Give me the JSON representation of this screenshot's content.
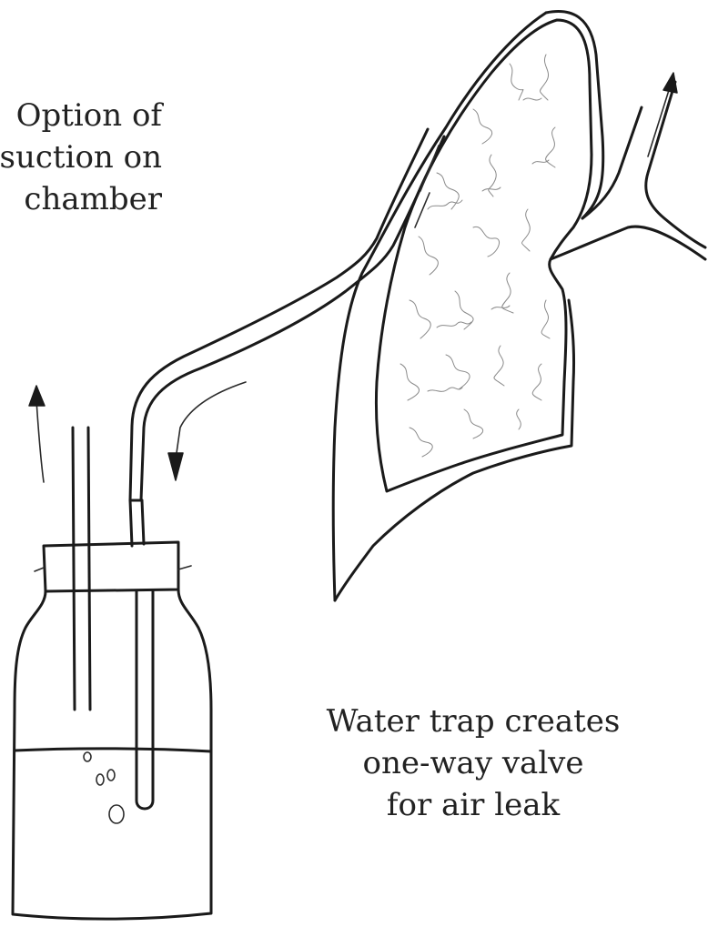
{
  "labels": {
    "suction": {
      "lines": [
        "Option of",
        "suction on",
        "chamber"
      ]
    },
    "water_trap": {
      "lines": [
        "Water trap creates",
        "one-way valve",
        "for air leak"
      ]
    }
  }
}
